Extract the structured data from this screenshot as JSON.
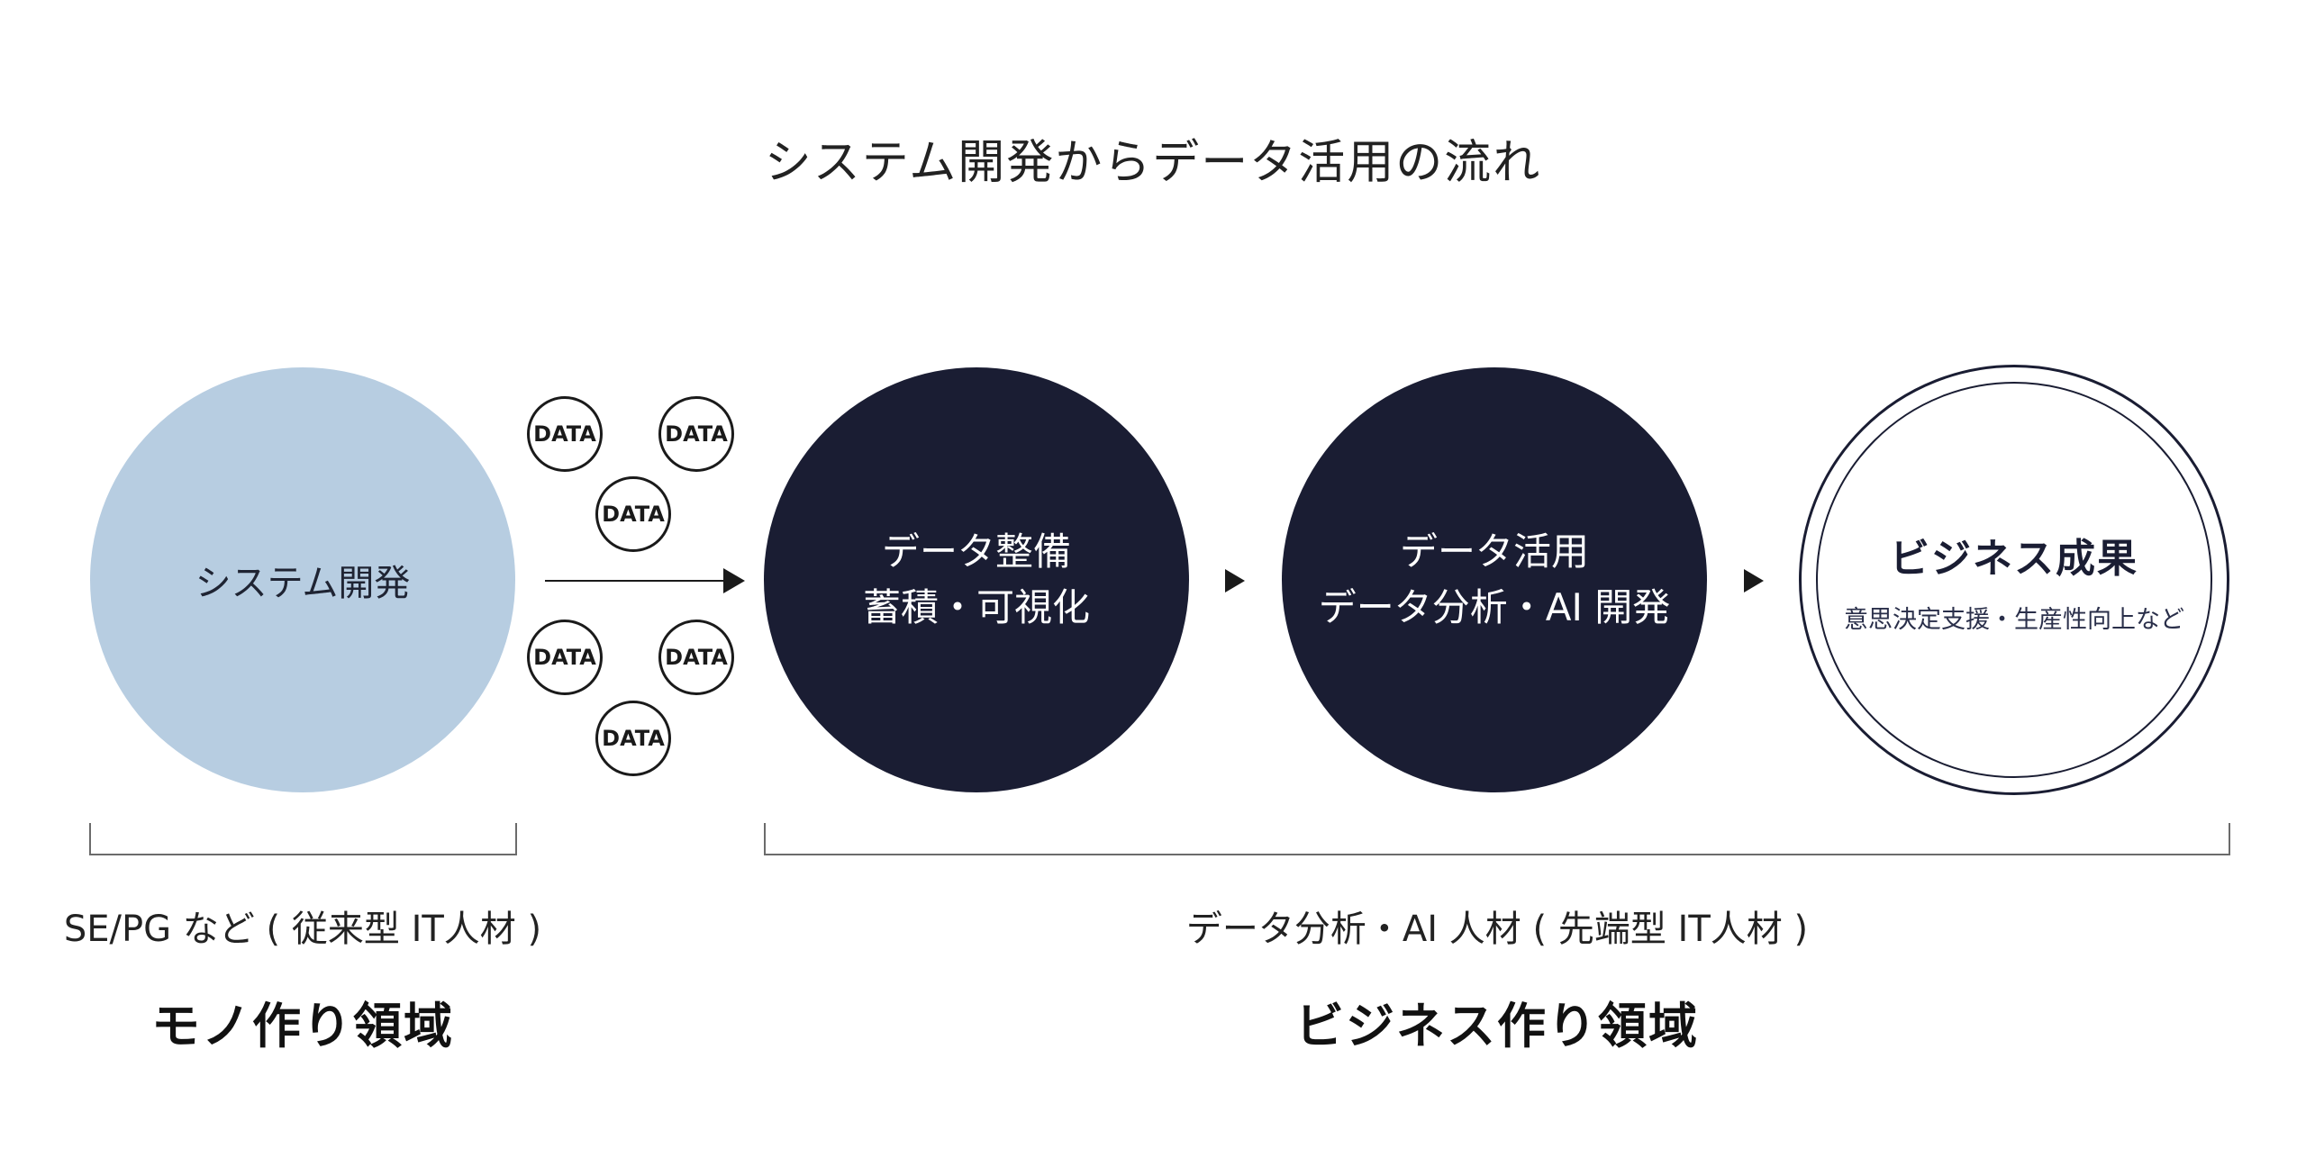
{
  "title": "システム開発からデータ活用の流れ",
  "steps": {
    "system": "システム開発",
    "prep_line1": "データ整備",
    "prep_line2": "蓄積・可視化",
    "use_line1": "データ活用",
    "use_line2": "データ分析・AI 開発",
    "result_title": "ビジネス成果",
    "result_sub": "意思決定支援・生産性向上など"
  },
  "data_bubbles": [
    "DATA",
    "DATA",
    "DATA",
    "DATA",
    "DATA",
    "DATA"
  ],
  "roles": {
    "left": "SE/PG など ( 従来型 IT人材 )",
    "right": "データ分析・AI 人材 ( 先端型 IT人材 )"
  },
  "domains": {
    "left": "モノ作り領域",
    "right": "ビジネス作り領域"
  },
  "colors": {
    "system_circle": "#b7cde1",
    "dark_circle": "#1a1d33",
    "text": "#1a1a1a"
  }
}
